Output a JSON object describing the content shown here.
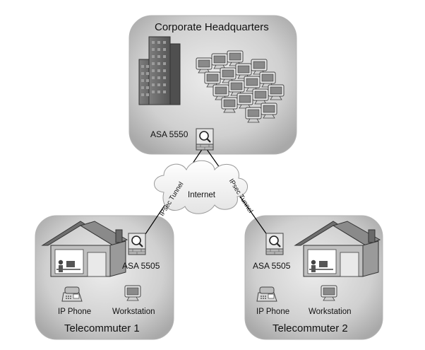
{
  "headquarters": {
    "title": "Corporate Headquarters",
    "firewall_label": "ASA 5550"
  },
  "internet_label": "Internet",
  "tunnels": {
    "left_label": "IPsec Tunnel",
    "right_label": "IPsec Tunnel"
  },
  "telecommuter1": {
    "title": "Telecommuter 1",
    "firewall_label": "ASA 5505",
    "phone_label": "IP Phone",
    "workstation_label": "Workstation"
  },
  "telecommuter2": {
    "title": "Telecommuter 2",
    "firewall_label": "ASA 5505",
    "phone_label": "IP Phone",
    "workstation_label": "Workstation"
  },
  "icons": [
    "office-building-icon",
    "workstation-icon",
    "firewall-icon",
    "cloud-icon",
    "house-icon",
    "ip-phone-icon"
  ],
  "colors": {
    "zone_fill": "#cfcfcf",
    "zone_dark": "#a8a8a8",
    "link_line": "#000000"
  }
}
